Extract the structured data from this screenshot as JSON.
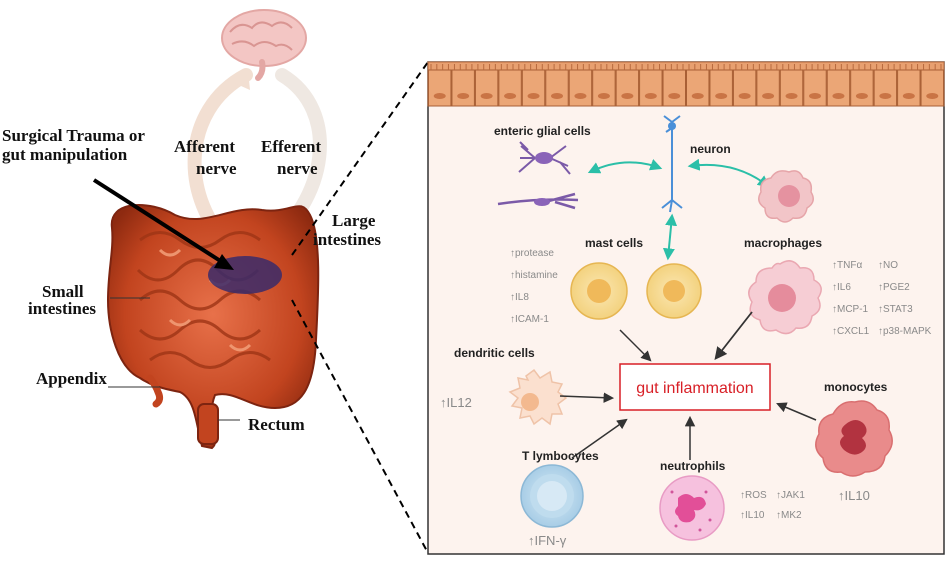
{
  "left_panel": {
    "trauma_label_line1": "Surgical Trauma or",
    "trauma_label_line2": "gut manipulation",
    "afferent_line1": "Afferent",
    "afferent_line2": "nerve",
    "efferent_line1": "Efferent",
    "efferent_line2": "nerve",
    "large_intestines_line1": "Large",
    "large_intestines_line2": "intestines",
    "small_intestines_line1": "Small",
    "small_intestines_line2": "intestines",
    "appendix": "Appendix",
    "rectum": "Rectum"
  },
  "right_panel": {
    "enteric_glial_cells": "enteric glial cells",
    "neuron": "neuron",
    "mast_cells": "mast cells",
    "macrophages": "macrophages",
    "dendritic_cells": "dendritic cells",
    "monocytes": "monocytes",
    "t_lymbocytes": "T lymbocytes",
    "neutrophils": "neutrophils",
    "center": "gut inflammation",
    "mast_markers": [
      "protease",
      "histamine",
      "IL8",
      "ICAM-1"
    ],
    "macrophage_markers_col1": [
      "TNFα",
      "IL6",
      "MCP-1",
      "CXCL1"
    ],
    "macrophage_markers_col2": [
      "NO",
      "PGE2",
      "STAT3",
      "p38-MAPK"
    ],
    "dendritic_marker": "IL12",
    "monocyte_marker": "IL10",
    "t_marker": "IFN-γ",
    "neutrophil_markers_col1": [
      "ROS",
      "IL10"
    ],
    "neutrophil_markers_col2": [
      "JAK1",
      "MK2"
    ]
  },
  "colors": {
    "inflammation_red": "#d81f26",
    "epithelium": "#e8a070",
    "arrow_teal": "#2bbfa8"
  }
}
